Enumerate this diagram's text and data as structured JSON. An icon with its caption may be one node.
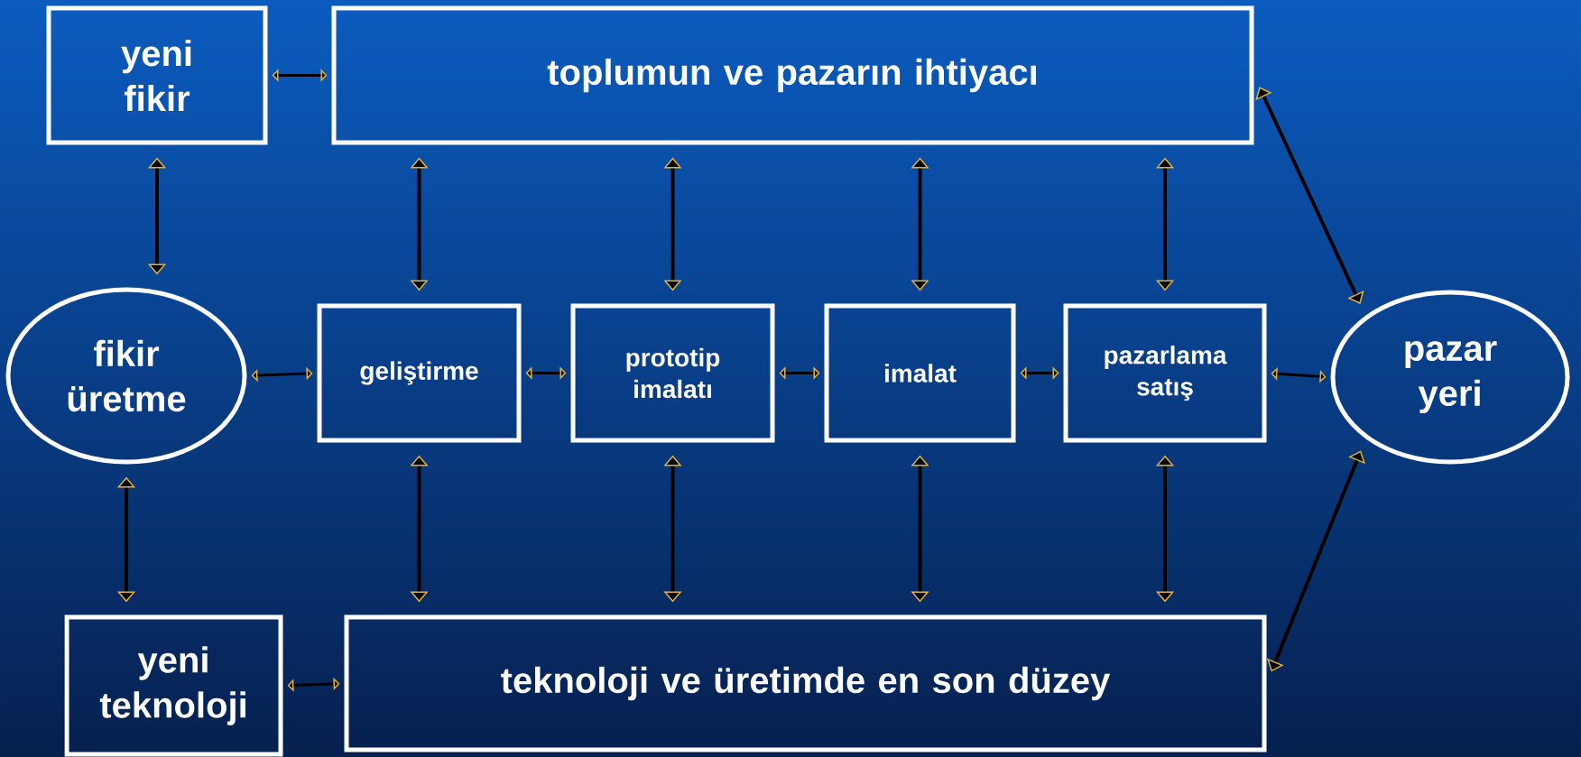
{
  "diagram": {
    "nodes": [
      {
        "text": [
          "yeni fikir"
        ]
      },
      {
        "text": [
          "toplumun ve pazarın ihtiyacı"
        ]
      },
      {
        "text": [
          "fikir üretme"
        ]
      },
      {
        "text": [
          "geliştirme"
        ]
      },
      {
        "text": [
          "prototip imalatı"
        ]
      },
      {
        "text": [
          "imalat"
        ]
      },
      {
        "text": [
          "pazarlama satış"
        ]
      },
      {
        "text": [
          "pazar yeri"
        ]
      },
      {
        "text": [
          "yeni teknoloji"
        ]
      },
      {
        "text": [
          "teknoloji ve üretimde en son düzey"
        ]
      }
    ],
    "edges": [
      {
        "from": 0,
        "to": 1,
        "arrow": "both"
      },
      {
        "from": 0,
        "to": 2,
        "arrow": "both"
      },
      {
        "from": 1,
        "to": 3,
        "arrow": "both"
      },
      {
        "from": 1,
        "to": 4,
        "arrow": "both"
      },
      {
        "from": 1,
        "to": 5,
        "arrow": "both"
      },
      {
        "from": 1,
        "to": 6,
        "arrow": "both"
      },
      {
        "from": 1,
        "to": 7,
        "arrow": "both"
      },
      {
        "from": 2,
        "to": 3,
        "arrow": "both"
      },
      {
        "from": 3,
        "to": 4,
        "arrow": "both"
      },
      {
        "from": 4,
        "to": 5,
        "arrow": "both"
      },
      {
        "from": 5,
        "to": 6,
        "arrow": "both"
      },
      {
        "from": 6,
        "to": 7,
        "arrow": "both"
      },
      {
        "from": 2,
        "to": 8,
        "arrow": "both"
      },
      {
        "from": 3,
        "to": 9,
        "arrow": "both"
      },
      {
        "from": 4,
        "to": 9,
        "arrow": "both"
      },
      {
        "from": 5,
        "to": 9,
        "arrow": "both"
      },
      {
        "from": 6,
        "to": 9,
        "arrow": "both"
      },
      {
        "from": 7,
        "to": 9,
        "arrow": "both"
      },
      {
        "from": 8,
        "to": 9,
        "arrow": "both"
      }
    ]
  }
}
